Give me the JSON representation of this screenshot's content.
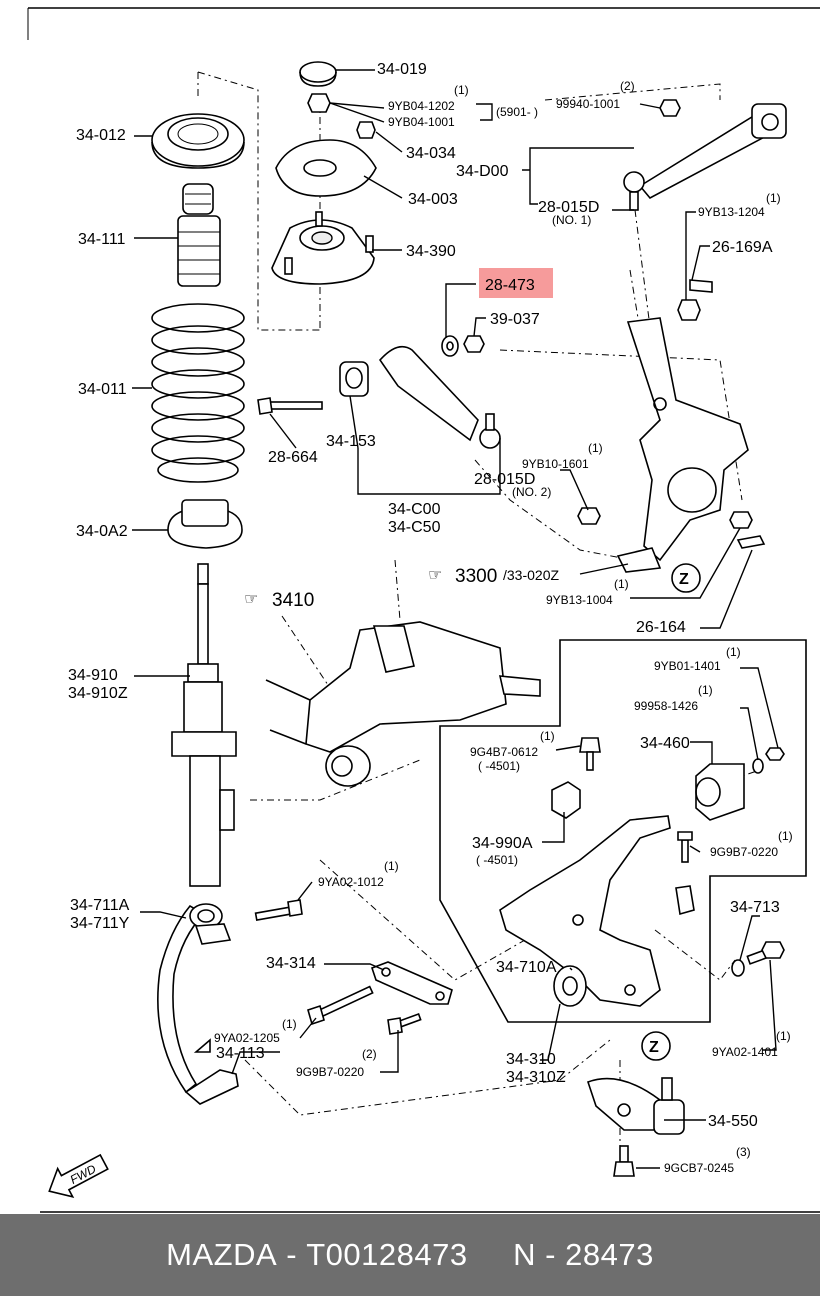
{
  "highlight_color": "#f48a8a",
  "labels": {
    "p34019": "34-019",
    "q1a": "(1)",
    "p9yb04_1202": "9YB04-1202",
    "p9yb04_1001": "9YB04-1001",
    "r5901": "(5901- )",
    "q2a": "(2)",
    "p99940_1001": "99940-1001",
    "p34012": "34-012",
    "p34034": "34-034",
    "p34d00": "34-D00",
    "p34003": "34-003",
    "p28015d_a": "28-015D",
    "no1": "(NO. 1)",
    "q1b": "(1)",
    "p9yb13_1204": "9YB13-1204",
    "p34111": "34-111",
    "p34390": "34-390",
    "p26169a": "26-169A",
    "p28473": "28-473",
    "p39037": "39-037",
    "p34011": "34-011",
    "p34153": "34-153",
    "q1c": "(1)",
    "p9yb10_1601": "9YB10-1601",
    "p28664": "28-664",
    "p28015d_b": "28-015D",
    "no2": "(NO. 2)",
    "p34c00": "34-C00",
    "p34c50": "34-C50",
    "p340a2": "34-0A2",
    "p3300": "3300",
    "p33020z": "/33-020Z",
    "q1d": "(1)",
    "p9yb13_1004": "9YB13-1004",
    "z1": "Z",
    "p3410": "3410",
    "p26164": "26-164",
    "q1e": "(1)",
    "p9yb01_1401": "9YB01-1401",
    "p34910": "34-910",
    "p34910z": "34-910Z",
    "q1f": "(1)",
    "p99958_1426": "99958-1426",
    "q1g": "(1)",
    "p9g4b7_0612": "9G4B7-0612",
    "r4501a": "( -4501)",
    "p34460": "34-460",
    "p34990a": "34-990A",
    "r4501b": "( -4501)",
    "q1h": "(1)",
    "p9g9b7_0220a": "9G9B7-0220",
    "q1i": "(1)",
    "p9ya02_1012": "9YA02-1012",
    "p34711a": "34-711A",
    "p34711y": "34-711Y",
    "p34713": "34-713",
    "p34314": "34-314",
    "p34710a": "34-710A",
    "q1j": "(1)",
    "p9ya02_1205": "9YA02-1205",
    "p34113": "34-113",
    "q2b": "(2)",
    "p9g9b7_0220b": "9G9B7-0220",
    "p34310": "34-310",
    "p34310z": "34-310Z",
    "z2": "Z",
    "q1k": "(1)",
    "p9ya02_1401": "9YA02-1401",
    "p34550": "34-550",
    "q3": "(3)",
    "p9gcb7_0245": "9GCB7-0245",
    "fwd": "FWD"
  },
  "footer": {
    "brand": "MAZDA",
    "sep1": " - ",
    "code": "T00128473",
    "gap": "     ",
    "n": "N",
    "sep2": " - ",
    "number": "28473"
  }
}
